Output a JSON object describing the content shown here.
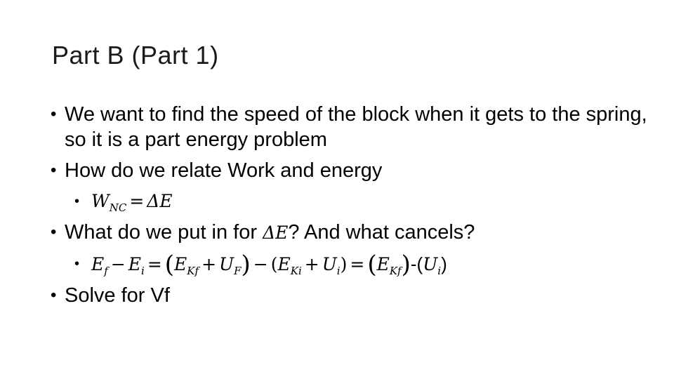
{
  "title": "Part B (Part 1)",
  "bullets": {
    "b1": "We want to find the speed of the block when it gets to the spring, so it is a part energy problem",
    "b2": "How do we relate Work and energy",
    "b2_sub": {
      "W": "W",
      "W_sub": "NC",
      "eq": "=",
      "dE": "ΔE"
    },
    "b3_pre": "What do we put in for ",
    "b3_dE": "ΔE",
    "b3_post": "? And what cancels?",
    "b3_sub": {
      "Ef": "E",
      "Ef_sub": "f",
      "minus": "−",
      "Ei": "E",
      "Ei_sub": "i",
      "eq1": "=",
      "lp1": "(",
      "EKf": "E",
      "EKf_sub": "Kf",
      "plus1": "+",
      "UF": "U",
      "UF_sub": "F",
      "rp1": ")",
      "minus2": "−",
      "lp2": "(",
      "EKi": "E",
      "EKi_sub": "Ki",
      "plus2": "+",
      "Ui": "U",
      "Ui_sub": "i",
      "rp2": ")",
      "eq2": "=",
      "lp3": "(",
      "EKf2": "E",
      "EKf2_sub": "Kf",
      "rp3": ")",
      "tail_open": "-(",
      "Ui2": "U",
      "Ui2_sub": "i",
      "tail_close": ")"
    },
    "b4": "Solve for Vf"
  },
  "bullet_glyph": "•"
}
